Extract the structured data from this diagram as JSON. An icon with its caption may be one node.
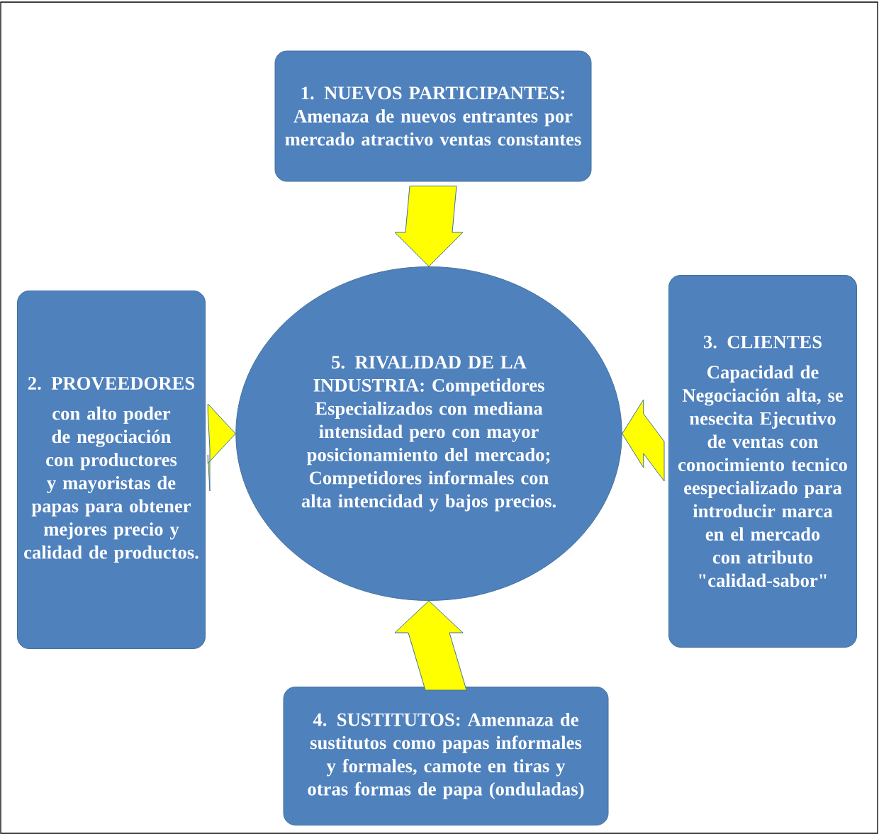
{
  "diagram": {
    "nodes": [
      {
        "text": [
          "1. NUEVOS PARTICIPANTES: Amenaza de nuevos entrantes por mercado atractivo ventas constantes"
        ]
      },
      {
        "text": [
          "2. PROVEEDORES",
          "con alto poder de negociación con productores y mayoristas de papas para obtener mejores precio y calidad de productos."
        ]
      },
      {
        "text": [
          "5. RIVALIDAD DE LA INDUSTRIA: Competidores Especializados con mediana intensidad pero con mayor posicionamiento del mercado; Competidores informales con alta intencidad y bajos precios."
        ]
      },
      {
        "text": [
          "3. CLIENTES",
          "Capacidad de Negociación alta, se nesecita Ejecutivo de ventas con conocimiento tecnico eespecializado para introducir marca en el mercado con atributo \"calidad-sabor\""
        ]
      },
      {
        "text": [
          "4. SUSTITUTOS: Amennaza de sustitutos como papas informales y formales, camote en tiras y otras formas de papa (onduladas)"
        ]
      }
    ],
    "edges": [
      {
        "from": 0,
        "to": 2,
        "arrow": "to"
      },
      {
        "from": 1,
        "to": 2,
        "arrow": "to"
      },
      {
        "from": 3,
        "to": 2,
        "arrow": "to"
      },
      {
        "from": 4,
        "to": 2,
        "arrow": "to"
      }
    ]
  }
}
